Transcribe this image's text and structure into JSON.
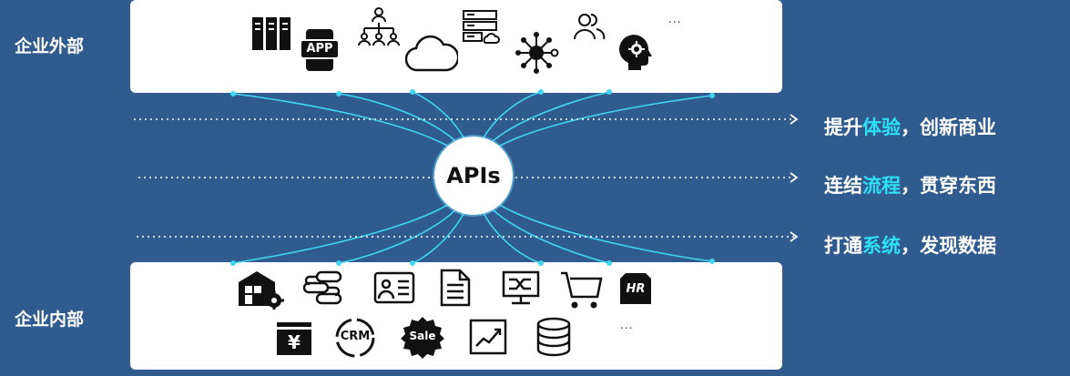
{
  "labels": {
    "external": "企业外部",
    "internal": "企业内部",
    "center": "APIs"
  },
  "external_icons": [
    "servers-icon",
    "app-icon",
    "org-chart-icon",
    "cloud-icon",
    "cloud-server-icon",
    "network-hub-icon",
    "users-icon",
    "ai-brain-icon"
  ],
  "internal_icons": [
    "warehouse-gear-icon",
    "workflow-icon",
    "id-card-icon",
    "document-icon",
    "monitor-flow-icon",
    "shopping-cart-icon",
    "hr-box-icon",
    "yuan-register-icon",
    "crm-icon",
    "sale-badge-icon",
    "line-chart-icon",
    "database-icon"
  ],
  "icon_text": {
    "app": "APP",
    "hr": "HR",
    "crm": "CRM",
    "sale": "Sale",
    "yuan": "¥",
    "ellipsis": "..."
  },
  "messages": [
    {
      "pre": "提升",
      "hl": "体验",
      "post": "，创新商业"
    },
    {
      "pre": "连结",
      "hl": "流程",
      "post": "，贯穿东西"
    },
    {
      "pre": "打通",
      "hl": "系统",
      "post": "，发现数据"
    }
  ],
  "colors": {
    "background": "#2f5b8f",
    "highlight": "#2ee0f4",
    "line": "#3fd6f2"
  }
}
